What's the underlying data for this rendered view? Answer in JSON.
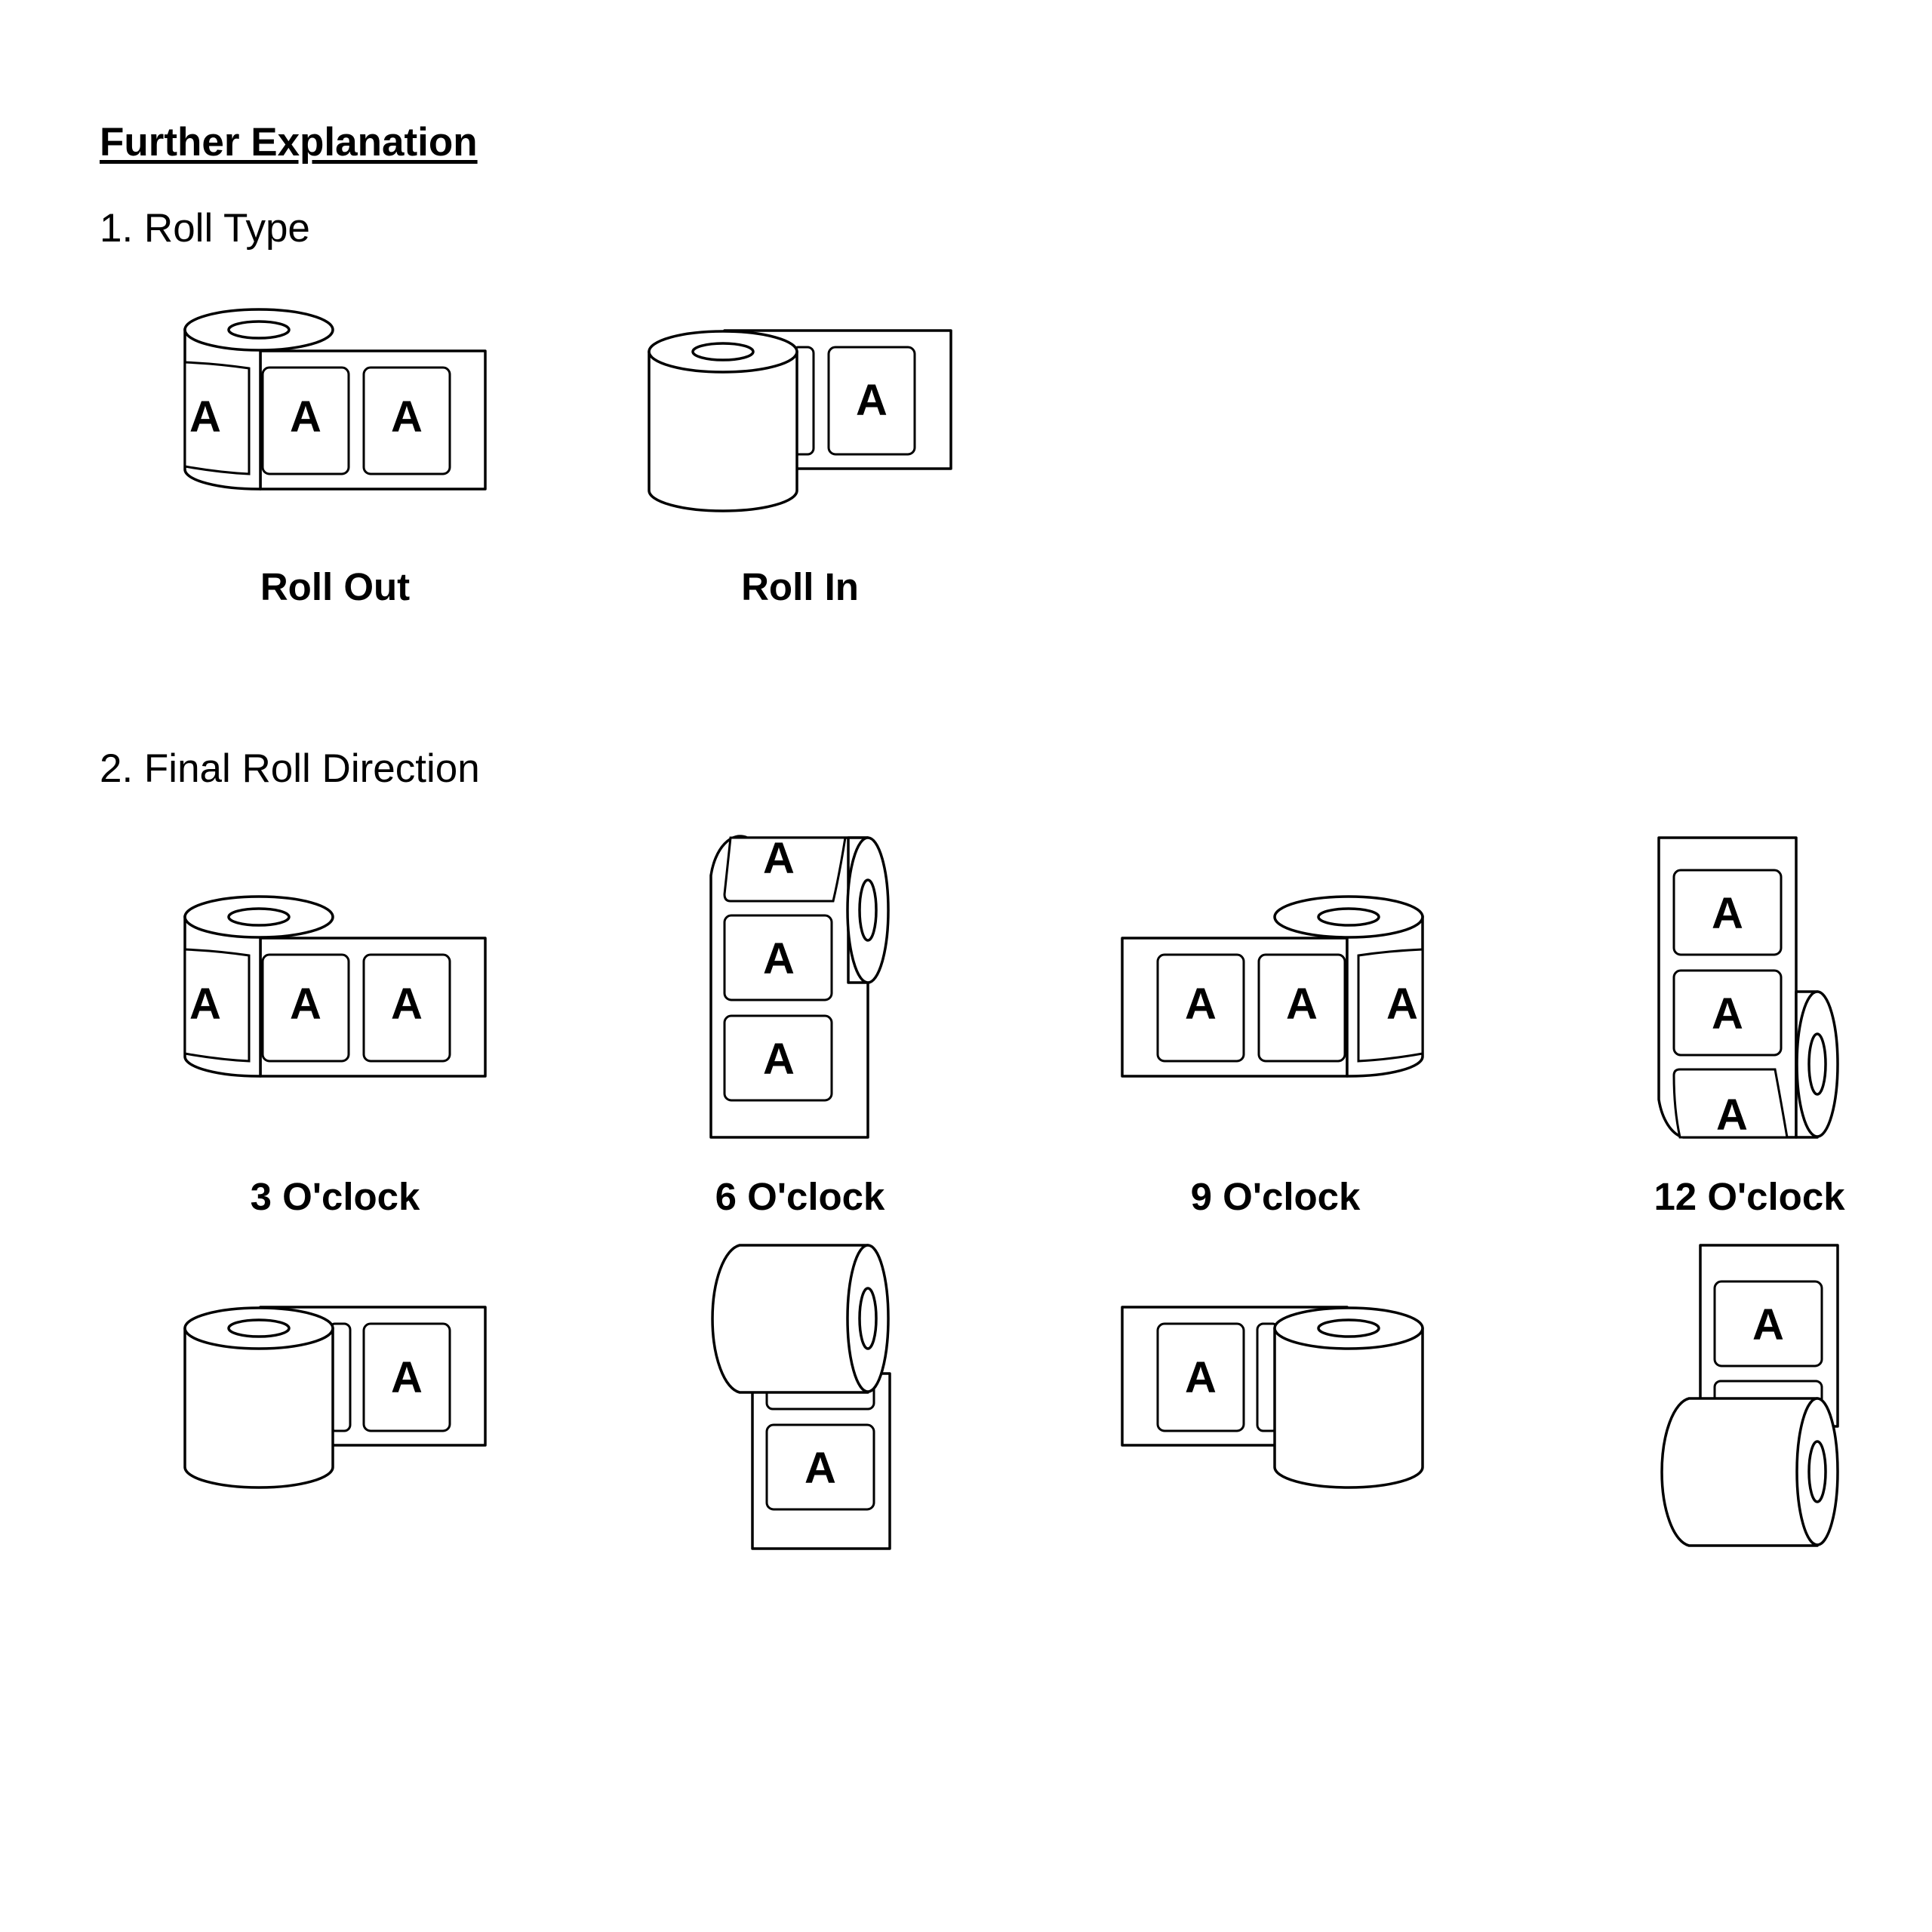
{
  "heading": "Further Explanation",
  "roll_type": {
    "title": "1. Roll Type",
    "items": [
      {
        "label": "Roll Out",
        "letter": "A"
      },
      {
        "label": "Roll In",
        "letter": "A"
      }
    ]
  },
  "final_roll_direction": {
    "title": "2. Final Roll Direction",
    "items": [
      {
        "label": "3 O'clock"
      },
      {
        "label": "6 O'clock"
      },
      {
        "label": "9 O'clock"
      },
      {
        "label": "12 O'clock"
      }
    ]
  },
  "label_letter": "A"
}
